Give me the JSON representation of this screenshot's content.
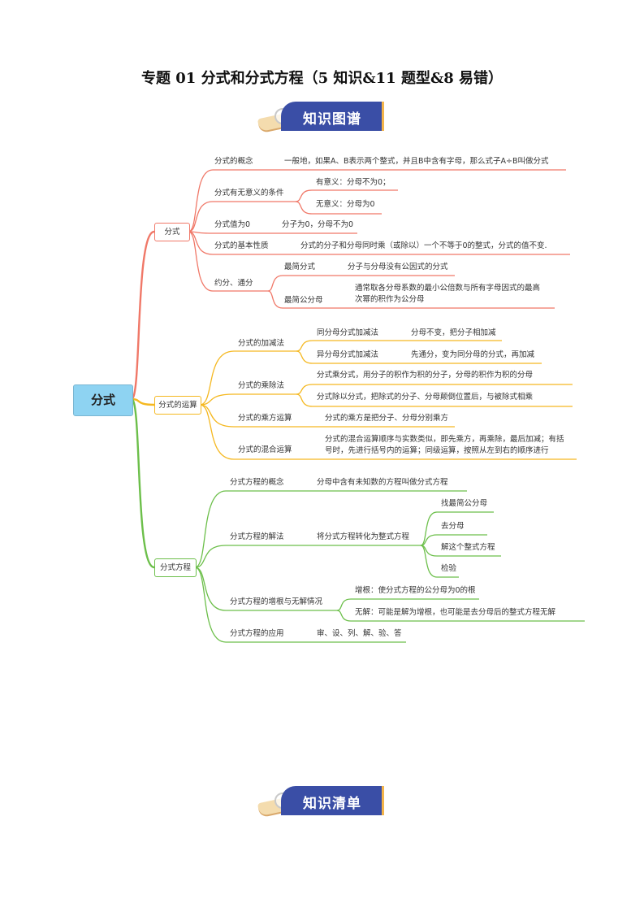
{
  "title": "专题 01  分式和分式方程（5 知识&11 题型&8 易错）",
  "badges": {
    "map": "知识图谱",
    "list": "知识清单"
  },
  "colors": {
    "badge": "#3a4ea6",
    "root": "#8ed3f2",
    "branch1": "#f07868",
    "branch2": "#f5b820",
    "branch3": "#6cbf4a"
  },
  "mindmap": {
    "root": "分式",
    "b1": {
      "label": "分式",
      "concept": {
        "label": "分式的概念",
        "content": "一般地，如果A、B表示两个整式，并且B中含有字母，那么式子A÷B叫做分式"
      },
      "meaning": {
        "label": "分式有无意义的条件",
        "yes": "有意义：分母不为0；",
        "no": "无意义：分母为0"
      },
      "zero": {
        "label": "分式值为0",
        "content": "分子为0，分母不为0"
      },
      "property": {
        "label": "分式的基本性质",
        "content": "分式的分子和分母同时乘（或除以）一个不等于0的整式，分式的值不变."
      },
      "reduce": {
        "label": "约分、通分",
        "simplest": "最简分式",
        "simplest_content": "分子与分母没有公因式的分式",
        "lcd": "最简公分母",
        "lcd_content_1": "通常取各分母系数的最小公倍数与所有字母因式的最高",
        "lcd_content_2": "次幂的积作为公分母"
      }
    },
    "b2": {
      "label": "分式的运算",
      "addsub": {
        "label": "分式的加减法",
        "same": "同分母分式加减法",
        "same_content": "分母不变，把分子相加减",
        "diff": "异分母分式加减法",
        "diff_content": "先通分，变为同分母的分式，再加减"
      },
      "muldiv": {
        "label": "分式的乘除法",
        "mul": "分式乘分式，用分子的积作为积的分子，分母的积作为积的分母",
        "div": "分式除以分式，把除式的分子、分母颠倒位置后，与被除式相乘"
      },
      "power": {
        "label": "分式的乘方运算",
        "content": "分式的乘方是把分子、分母分别乘方"
      },
      "mixed": {
        "label": "分式的混合运算",
        "content_1": "分式的混合运算顺序与实数类似，即先乘方，再乘除，最后加减；有括",
        "content_2": "号时，先进行括号内的运算；同级运算，按照从左到右的顺序进行"
      }
    },
    "b3": {
      "label": "分式方程",
      "concept": {
        "label": "分式方程的概念",
        "content": "分母中含有未知数的方程叫做分式方程"
      },
      "solve": {
        "label": "分式方程的解法",
        "content": "将分式方程转化为整式方程",
        "steps": [
          "找最简公分母",
          "去分母",
          "解这个整式方程",
          "检验"
        ]
      },
      "extra": {
        "label": "分式方程的增根与无解情况",
        "root": "增根：使分式方程的公分母为0的根",
        "nosol": "无解：可能是解为增根，也可能是去分母后的整式方程无解"
      },
      "apply": {
        "label": "分式方程的应用",
        "content": "审、设、列、解、验、答"
      }
    }
  }
}
